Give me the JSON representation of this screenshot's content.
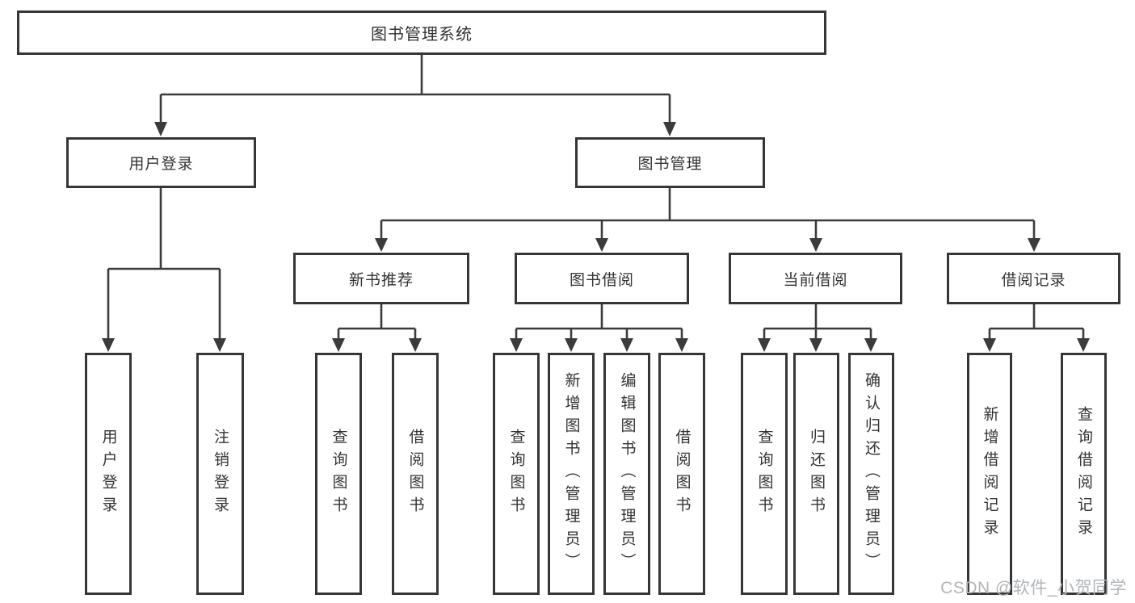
{
  "tree": {
    "root": {
      "label": "图书管理系统",
      "children": [
        {
          "label": "用户登录",
          "children": [
            {
              "label": "用户登录"
            },
            {
              "label": "注销登录"
            }
          ]
        },
        {
          "label": "图书管理",
          "children": [
            {
              "label": "新书推荐",
              "children": [
                {
                  "label": "查询图书"
                },
                {
                  "label": "借阅图书"
                }
              ]
            },
            {
              "label": "图书借阅",
              "children": [
                {
                  "label": "查询图书"
                },
                {
                  "label": "新增图书（管理员）"
                },
                {
                  "label": "编辑图书（管理员）"
                },
                {
                  "label": "借阅图书"
                }
              ]
            },
            {
              "label": "当前借阅",
              "children": [
                {
                  "label": "查询图书"
                },
                {
                  "label": "归还图书"
                },
                {
                  "label": "确认归还（管理员）"
                }
              ]
            },
            {
              "label": "借阅记录",
              "children": [
                {
                  "label": "新增借阅记录"
                },
                {
                  "label": "查询借阅记录"
                }
              ]
            }
          ]
        }
      ]
    }
  },
  "watermark": "CSDN @软件_小贺同学",
  "colors": {
    "line": "#3b3b3b",
    "border": "#363636",
    "text": "#333333",
    "watermark": "#b2b5b8",
    "background": "#ffffff"
  }
}
